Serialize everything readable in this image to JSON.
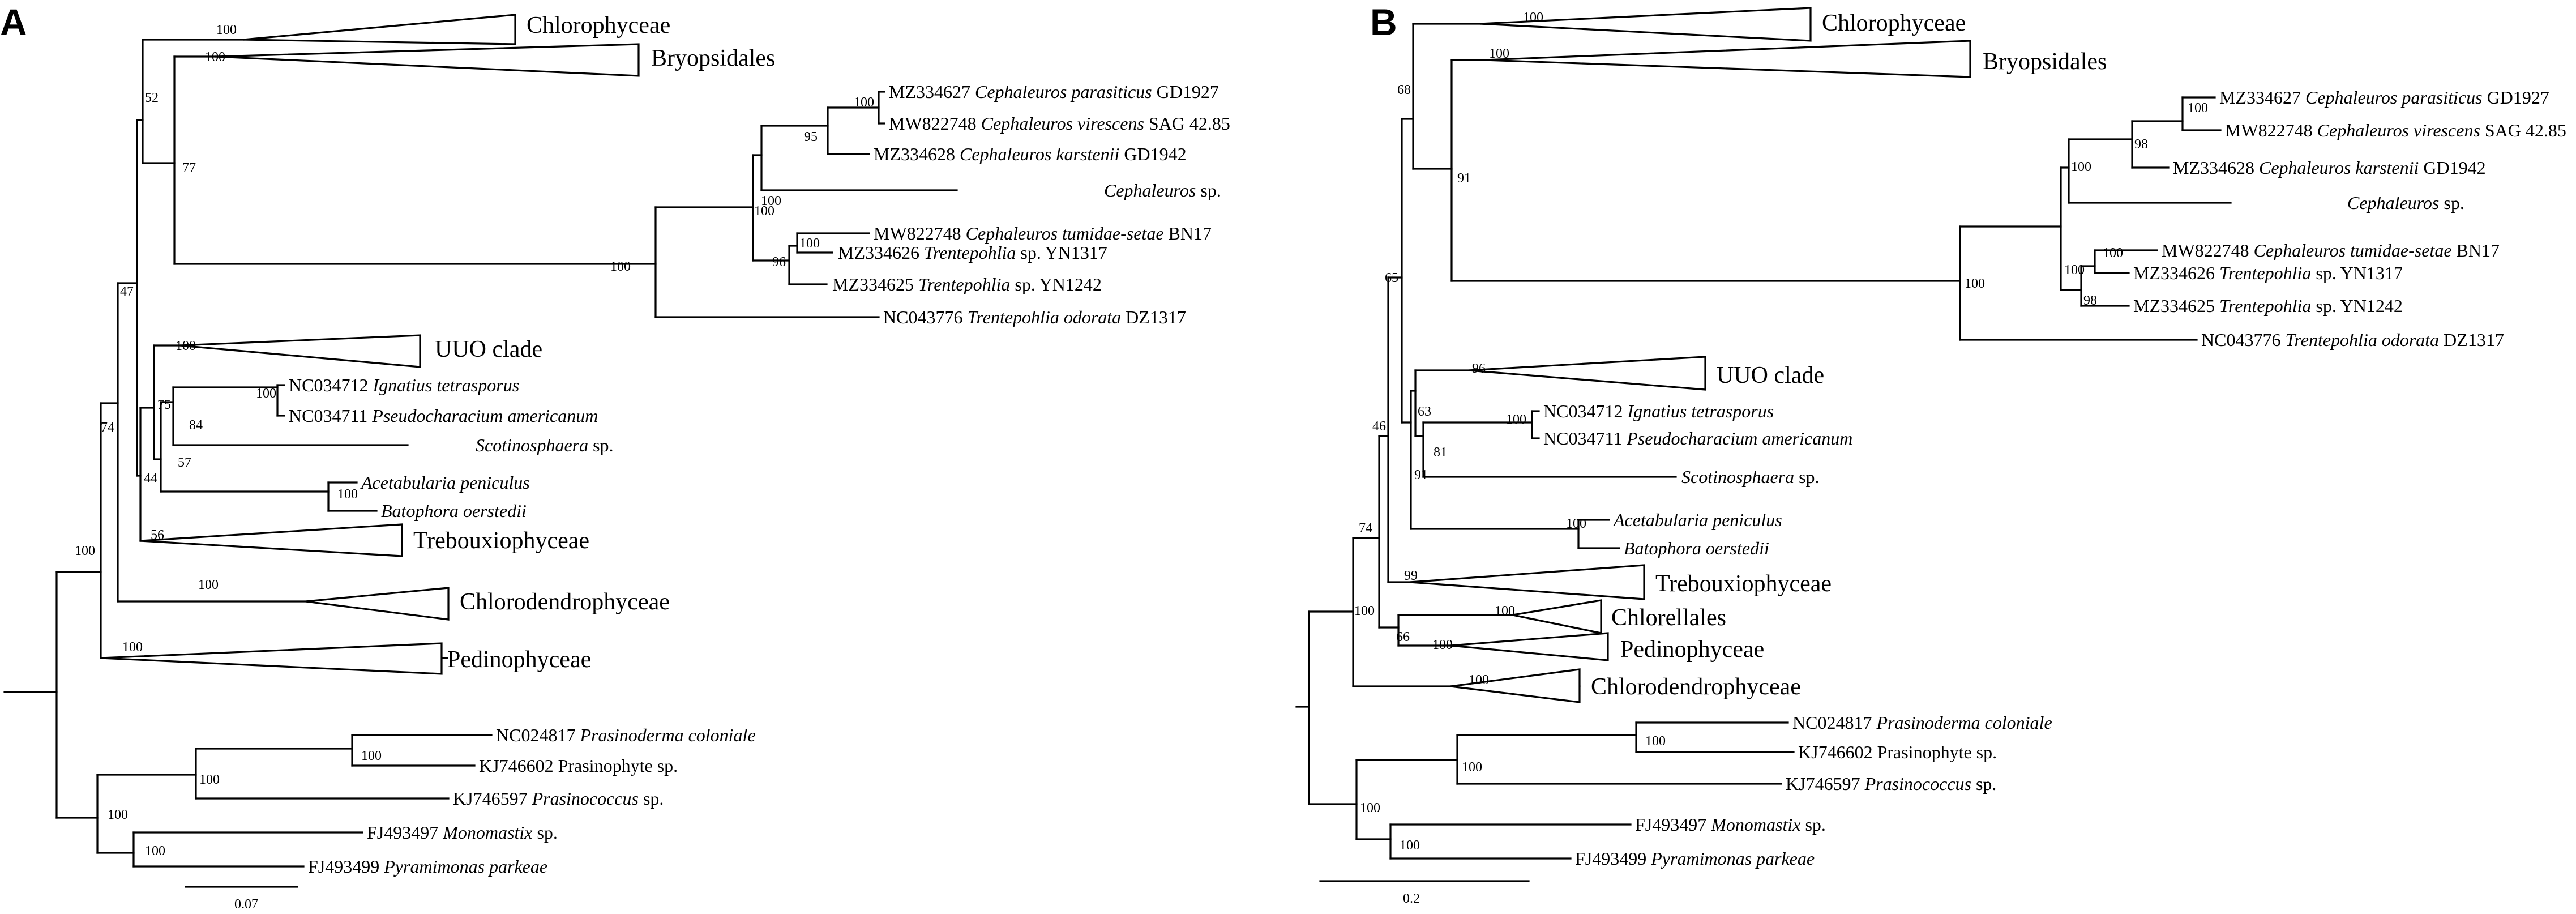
{
  "panels": [
    {
      "letter": "A",
      "scale_label": "0.07",
      "clades": [
        {
          "id": "chlorophyceae",
          "label": "Chlorophyceae"
        },
        {
          "id": "bryopsidales",
          "label": "Bryopsidales"
        },
        {
          "id": "uuo",
          "label": "UUO clade"
        },
        {
          "id": "trebouxiophyceae",
          "label": "Trebouxiophyceae"
        },
        {
          "id": "chlorodendrophyceae",
          "label": "Chlorodendrophyceae"
        },
        {
          "id": "pedinophyceae",
          "label": "Pedinophyceae"
        }
      ],
      "taxa": [
        {
          "id": "c-parasiticus",
          "label": [
            {
              "t": "MZ334627 "
            },
            {
              "t": "Cephaleuros parasiticus",
              "i": true
            },
            {
              "t": " GD1927"
            }
          ]
        },
        {
          "id": "c-virescens",
          "label": [
            {
              "t": "MW822748 "
            },
            {
              "t": "Cephaleuros virescens",
              "i": true
            },
            {
              "t": " SAG 42.85"
            }
          ]
        },
        {
          "id": "c-karstenii",
          "label": [
            {
              "t": "MZ334628 "
            },
            {
              "t": "Cephaleuros karstenii",
              "i": true
            },
            {
              "t": " GD1942"
            }
          ]
        },
        {
          "id": "cephaleuros-sp",
          "label": [
            {
              "t": "Cephaleuros",
              "i": true
            },
            {
              "t": " sp."
            }
          ]
        },
        {
          "id": "c-tumidae-setae",
          "label": [
            {
              "t": "MW822748 "
            },
            {
              "t": "Cephaleuros tumidae-setae",
              "i": true
            },
            {
              "t": " BN17"
            }
          ]
        },
        {
          "id": "trentepohlia-yn1317",
          "label": [
            {
              "t": "MZ334626 "
            },
            {
              "t": "Trentepohlia",
              "i": true
            },
            {
              "t": " sp. YN1317"
            }
          ]
        },
        {
          "id": "trentepohlia-yn1242",
          "label": [
            {
              "t": "MZ334625 "
            },
            {
              "t": "Trentepohlia",
              "i": true
            },
            {
              "t": " sp. YN1242"
            }
          ]
        },
        {
          "id": "t-odorata",
          "label": [
            {
              "t": "NC043776 "
            },
            {
              "t": "Trentepohlia odorata",
              "i": true
            },
            {
              "t": " DZ1317"
            }
          ]
        },
        {
          "id": "ignatius",
          "label": [
            {
              "t": "NC034712 "
            },
            {
              "t": "Ignatius tetrasporus",
              "i": true
            }
          ]
        },
        {
          "id": "pseudocharacium",
          "label": [
            {
              "t": "NC034711 "
            },
            {
              "t": "Pseudocharacium americanum",
              "i": true
            }
          ]
        },
        {
          "id": "scotinosphaera",
          "label": [
            {
              "t": "Scotinosphaera",
              "i": true
            },
            {
              "t": " sp."
            }
          ]
        },
        {
          "id": "acetabularia",
          "label": [
            {
              "t": "Acetabularia peniculus",
              "i": true
            }
          ]
        },
        {
          "id": "batophora",
          "label": [
            {
              "t": "Batophora oerstedii",
              "i": true
            }
          ]
        },
        {
          "id": "prasinoderma",
          "label": [
            {
              "t": "NC024817 "
            },
            {
              "t": "Prasinoderma coloniale",
              "i": true
            }
          ]
        },
        {
          "id": "prasinophyte",
          "label": [
            {
              "t": "KJ746602 Prasinophyte sp."
            }
          ]
        },
        {
          "id": "prasinococcus",
          "label": [
            {
              "t": "KJ746597 "
            },
            {
              "t": "Prasinococcus",
              "i": true
            },
            {
              "t": " sp."
            }
          ]
        },
        {
          "id": "monomastix",
          "label": [
            {
              "t": "FJ493497 "
            },
            {
              "t": "Monomastix",
              "i": true
            },
            {
              "t": " sp."
            }
          ]
        },
        {
          "id": "pyramimonas",
          "label": [
            {
              "t": "FJ493499 "
            },
            {
              "t": "Pyramimonas parkeae",
              "i": true
            }
          ]
        }
      ],
      "supports": {
        "chlorophyceae": "100",
        "bryopsidales": "100",
        "chloro-bryo": "52",
        "cl-bryo-tren": "77",
        "c-paras-vires": "100",
        "c-karst": "95",
        "cephaleuros": "100",
        "tren-pair": "100",
        "tren-group": "96",
        "tren-all": "100",
        "trentepohliales": "100",
        "core": "47",
        "uuo": "100",
        "ign-pseu": "100",
        "ign-scot": "84",
        "ign-scot-dasy": "75",
        "scot": "57",
        "dasycladales": "100",
        "ign-treb": "44",
        "trebouxiophyceae": "56",
        "core-chlorodendro": "74",
        "chlorodendrophyceae": "100",
        "chlorophyta-core": "100",
        "pedinophyceae": "100",
        "prasino-pair": "100",
        "prasino-three": "100",
        "mamiello": "100",
        "pyramimonas": "100"
      }
    },
    {
      "letter": "B",
      "scale_label": "0.2",
      "clades": [
        {
          "id": "chlorophyceae",
          "label": "Chlorophyceae"
        },
        {
          "id": "bryopsidales",
          "label": "Bryopsidales"
        },
        {
          "id": "uuo",
          "label": "UUO clade"
        },
        {
          "id": "trebouxiophyceae",
          "label": "Trebouxiophyceae"
        },
        {
          "id": "chlorellales",
          "label": "Chlorellales"
        },
        {
          "id": "pedinophyceae",
          "label": "Pedinophyceae"
        },
        {
          "id": "chlorodendrophyceae",
          "label": "Chlorodendrophyceae"
        }
      ],
      "taxa": [
        {
          "id": "c-parasiticus",
          "label": [
            {
              "t": "MZ334627 "
            },
            {
              "t": "Cephaleuros parasiticus",
              "i": true
            },
            {
              "t": " GD1927"
            }
          ]
        },
        {
          "id": "c-virescens",
          "label": [
            {
              "t": "MW822748 "
            },
            {
              "t": "Cephaleuros virescens",
              "i": true
            },
            {
              "t": " SAG 42.85"
            }
          ]
        },
        {
          "id": "c-karstenii",
          "label": [
            {
              "t": "MZ334628 "
            },
            {
              "t": "Cephaleuros karstenii",
              "i": true
            },
            {
              "t": " GD1942"
            }
          ]
        },
        {
          "id": "cephaleuros-sp",
          "label": [
            {
              "t": "Cephaleuros",
              "i": true
            },
            {
              "t": " sp."
            }
          ]
        },
        {
          "id": "c-tumidae-setae",
          "label": [
            {
              "t": "MW822748 "
            },
            {
              "t": "Cephaleuros tumidae-setae",
              "i": true
            },
            {
              "t": " BN17"
            }
          ]
        },
        {
          "id": "trentepohlia-yn1317",
          "label": [
            {
              "t": "MZ334626 "
            },
            {
              "t": "Trentepohlia",
              "i": true
            },
            {
              "t": " sp. YN1317"
            }
          ]
        },
        {
          "id": "trentepohlia-yn1242",
          "label": [
            {
              "t": "MZ334625 "
            },
            {
              "t": "Trentepohlia",
              "i": true
            },
            {
              "t": " sp. YN1242"
            }
          ]
        },
        {
          "id": "t-odorata",
          "label": [
            {
              "t": "NC043776 "
            },
            {
              "t": "Trentepohlia odorata",
              "i": true
            },
            {
              "t": " DZ1317"
            }
          ]
        },
        {
          "id": "ignatius",
          "label": [
            {
              "t": "NC034712 "
            },
            {
              "t": "Ignatius tetrasporus",
              "i": true
            }
          ]
        },
        {
          "id": "pseudocharacium",
          "label": [
            {
              "t": "NC034711 "
            },
            {
              "t": "Pseudocharacium americanum",
              "i": true
            }
          ]
        },
        {
          "id": "scotinosphaera",
          "label": [
            {
              "t": "Scotinosphaera",
              "i": true
            },
            {
              "t": " sp."
            }
          ]
        },
        {
          "id": "acetabularia",
          "label": [
            {
              "t": "Acetabularia peniculus",
              "i": true
            }
          ]
        },
        {
          "id": "batophora",
          "label": [
            {
              "t": "Batophora oerstedii",
              "i": true
            }
          ]
        },
        {
          "id": "prasinoderma",
          "label": [
            {
              "t": "NC024817 "
            },
            {
              "t": "Prasinoderma coloniale",
              "i": true
            }
          ]
        },
        {
          "id": "prasinophyte",
          "label": [
            {
              "t": "KJ746602 Prasinophyte sp."
            }
          ]
        },
        {
          "id": "prasinococcus",
          "label": [
            {
              "t": "KJ746597 "
            },
            {
              "t": "Prasinococcus",
              "i": true
            },
            {
              "t": " sp."
            }
          ]
        },
        {
          "id": "monomastix",
          "label": [
            {
              "t": "FJ493497 "
            },
            {
              "t": "Monomastix",
              "i": true
            },
            {
              "t": " sp."
            }
          ]
        },
        {
          "id": "pyramimonas",
          "label": [
            {
              "t": "FJ493499 "
            },
            {
              "t": "Pyramimonas parkeae",
              "i": true
            }
          ]
        }
      ],
      "supports": {
        "chlorophyceae": "100",
        "bryopsidales": "100",
        "chloro-bryo-tren": "68",
        "bryo-tren": "91",
        "c-paras-vires": "100",
        "c-karst": "98",
        "cephaleuros": "100",
        "tren-pair": "100",
        "tren-group": "98",
        "tren-all": "100",
        "trentepohliales": "100",
        "core": "65",
        "uuo": "96",
        "ign-pseu": "100",
        "ign-scot": "81",
        "ign-uuo": "63",
        "ign-dasy": "91",
        "dasycladales": "100",
        "core-treb": "46",
        "trebouxiophyceae": "99",
        "core-rest": "74",
        "chlorellales": "100",
        "chlorell-pedino": "66",
        "pedinophyceae": "100",
        "chlorodendrophyceae": "100",
        "chlorophyta-core": "100",
        "prasino-pair": "100",
        "prasino-three": "100",
        "mamiello": "100",
        "pyramimonas": "100"
      }
    }
  ]
}
